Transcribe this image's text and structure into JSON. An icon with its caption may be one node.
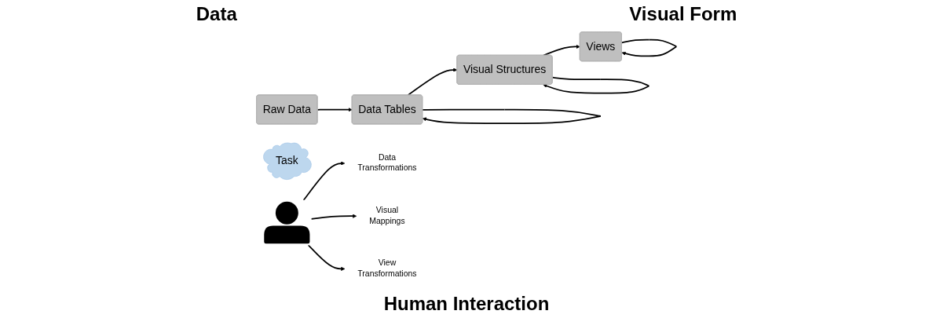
{
  "diagram": {
    "nodes": [
      {
        "text": [
          "Raw Data"
        ]
      },
      {
        "text": [
          "Data Tables"
        ]
      },
      {
        "text": [
          "Visual Structures"
        ]
      },
      {
        "text": [
          "Views"
        ]
      },
      {
        "text": [
          "Task"
        ]
      },
      {
        "text": [],
        "shape": "person"
      },
      {
        "text": [
          "Data Transformations"
        ]
      },
      {
        "text": [
          "Visual Mappings"
        ]
      },
      {
        "text": [
          "View Transformations"
        ]
      }
    ],
    "edges": [
      {
        "from": 0,
        "to": 1,
        "arrow": "to"
      },
      {
        "from": 1,
        "to": 2,
        "arrow": "to"
      },
      {
        "from": 2,
        "to": 3,
        "arrow": "to"
      },
      {
        "from": 1,
        "to": 1,
        "arrow": "to"
      },
      {
        "from": 2,
        "to": 2,
        "arrow": "to"
      },
      {
        "from": 3,
        "to": 3,
        "arrow": "to"
      },
      {
        "from": 5,
        "to": 6,
        "arrow": "to"
      },
      {
        "from": 5,
        "to": 7,
        "arrow": "to"
      },
      {
        "from": 5,
        "to": 8,
        "arrow": "to"
      }
    ],
    "labels": [
      "Data",
      "Visual Form",
      "Human Interaction"
    ]
  }
}
